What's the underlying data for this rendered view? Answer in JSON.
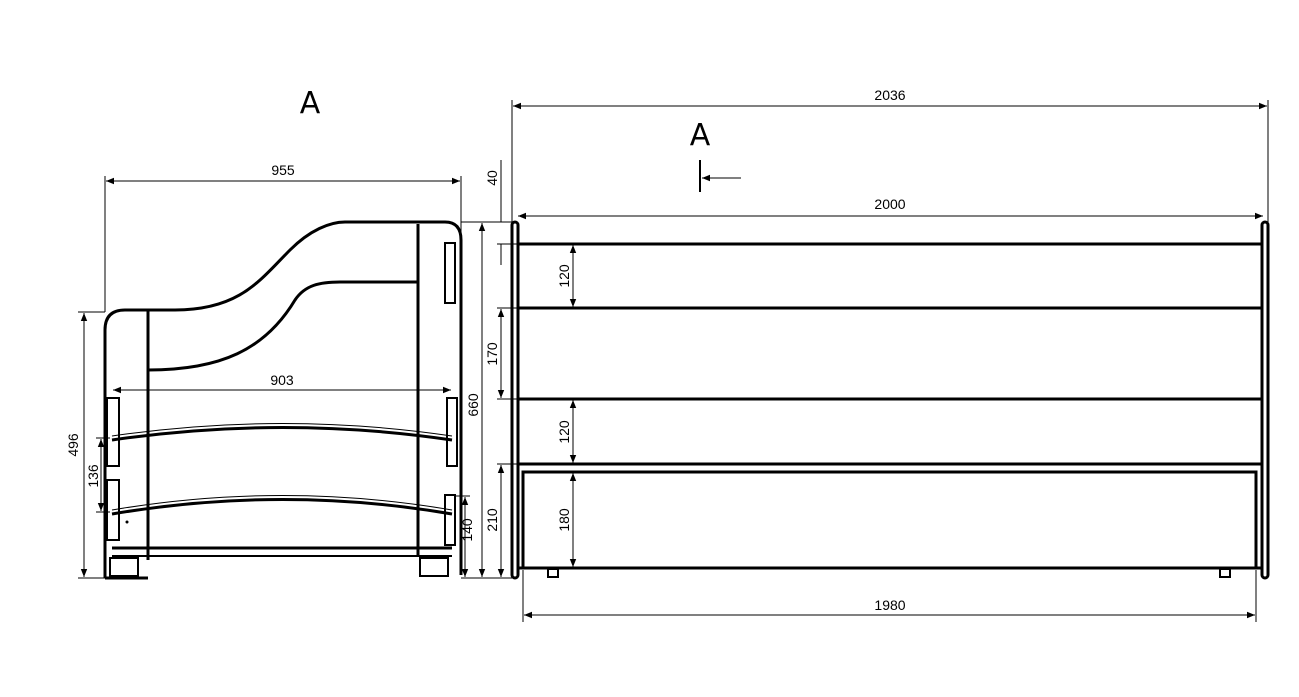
{
  "section_label": "A",
  "section_marker": "A",
  "side_view": {
    "width_overall": "955",
    "width_inner": "903",
    "height_total": "660",
    "height_496": "496",
    "height_136": "136",
    "height_140": "140"
  },
  "front_view": {
    "length_overall": "2036",
    "length_2000": "2000",
    "length_1980": "1980",
    "seg_40": "40",
    "seg_120_top": "120",
    "seg_170": "170",
    "seg_120_mid": "120",
    "seg_180": "180",
    "seg_210": "210"
  }
}
